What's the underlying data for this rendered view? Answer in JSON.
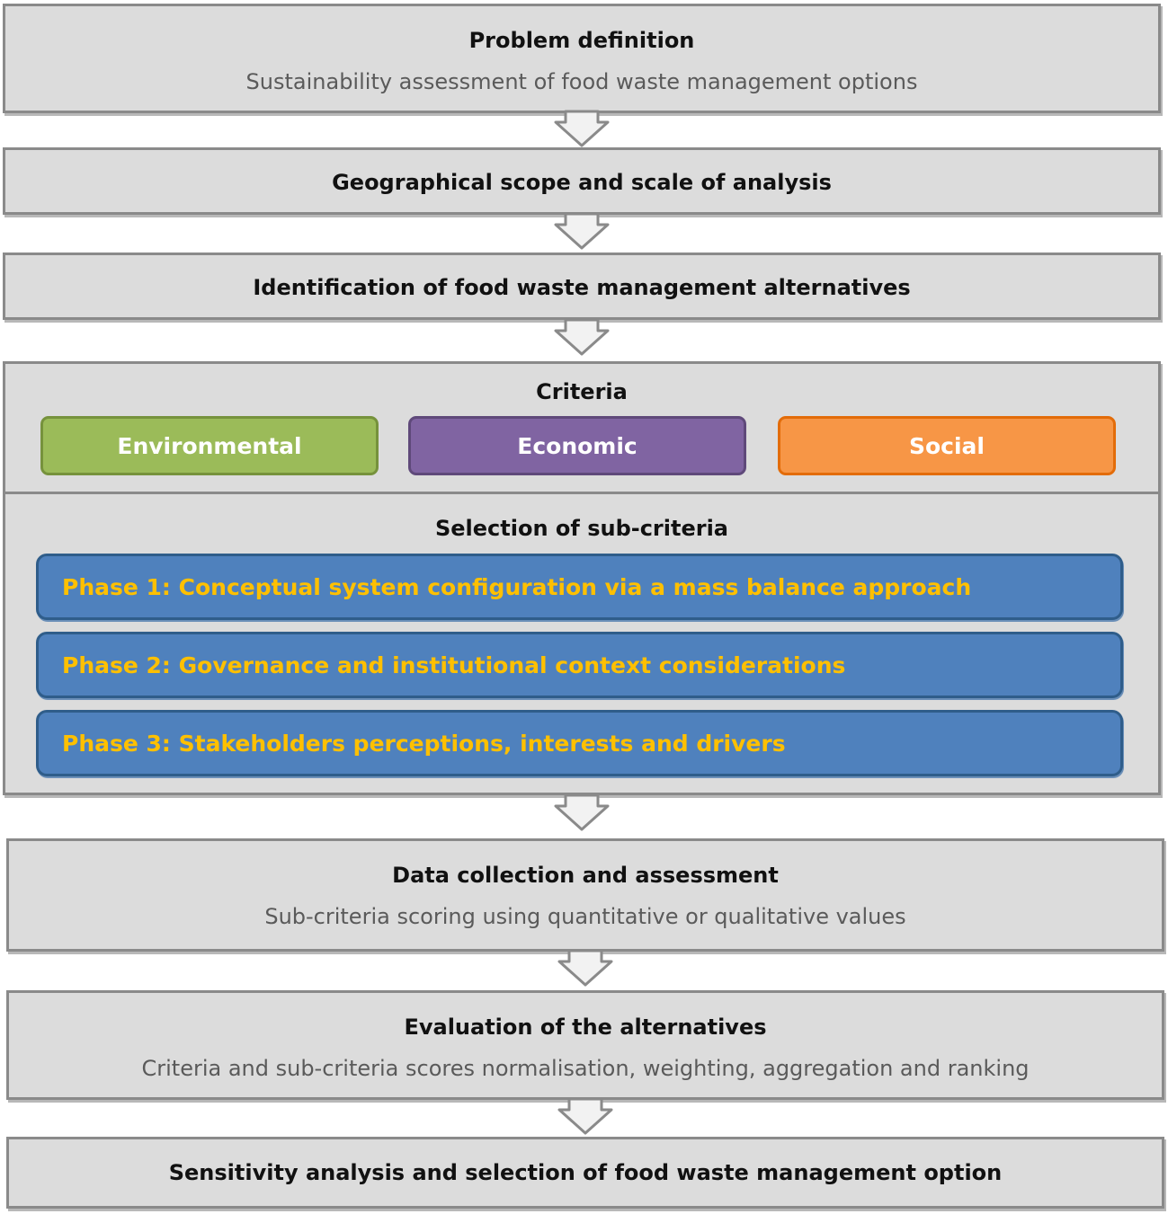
{
  "steps": {
    "problem": {
      "title": "Problem definition",
      "subtitle": "Sustainability assessment of food waste management options"
    },
    "scope": {
      "title": "Geographical scope and scale of analysis"
    },
    "alternatives": {
      "title": "Identification of food waste management alternatives"
    },
    "criteria": {
      "title": "Criteria",
      "items": [
        {
          "label": "Environmental",
          "color": "#9bbb59"
        },
        {
          "label": "Economic",
          "color": "#8064a2"
        },
        {
          "label": "Social",
          "color": "#f79646"
        }
      ]
    },
    "subcriteria": {
      "title": "Selection of sub-criteria",
      "phases": [
        "Phase 1: Conceptual system configuration via a mass balance approach",
        "Phase 2: Governance and institutional context considerations",
        "Phase 3: Stakeholders perceptions, interests and drivers"
      ],
      "phase_fill": "#4f81bd",
      "phase_text": "#ffc000"
    },
    "data": {
      "title": "Data collection and assessment",
      "subtitle": "Sub-criteria scoring using quantitative or qualitative values"
    },
    "evaluation": {
      "title": "Evaluation of the alternatives",
      "subtitle": "Criteria and sub-criteria scores normalisation,  weighting, aggregation and ranking"
    },
    "sensitivity": {
      "title": "Sensitivity analysis and selection of food waste management option"
    }
  }
}
